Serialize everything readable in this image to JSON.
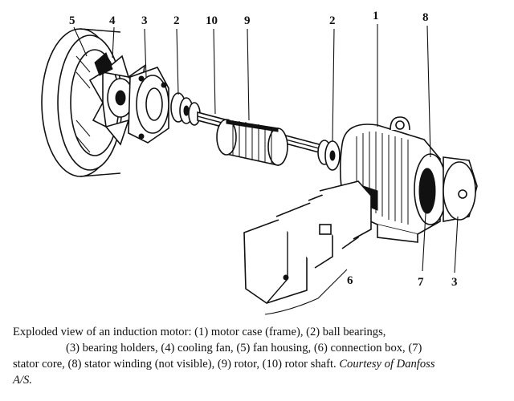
{
  "figure": {
    "labels": [
      {
        "id": "5a",
        "text": "5"
      },
      {
        "id": "4a",
        "text": "4"
      },
      {
        "id": "3a",
        "text": "3"
      },
      {
        "id": "2a",
        "text": "2"
      },
      {
        "id": "10a",
        "text": "10"
      },
      {
        "id": "9a",
        "text": "9"
      },
      {
        "id": "2b",
        "text": "2"
      },
      {
        "id": "1a",
        "text": "1"
      },
      {
        "id": "8a",
        "text": "8"
      },
      {
        "id": "6a",
        "text": "6"
      },
      {
        "id": "7a",
        "text": "7"
      },
      {
        "id": "3b",
        "text": "3"
      }
    ]
  },
  "caption": {
    "line1": "Exploded view of an induction motor: (1) motor case (frame), (2) ball bearings,",
    "line2": "(3) bearing holders, (4) cooling fan, (5) fan housing, (6) connection box, (7)",
    "line3": "stator core, (8) stator winding (not visible), (9) rotor, (10) rotor shaft.",
    "credit_1": "Courtesy of Danfoss",
    "credit_2": "A/S."
  }
}
